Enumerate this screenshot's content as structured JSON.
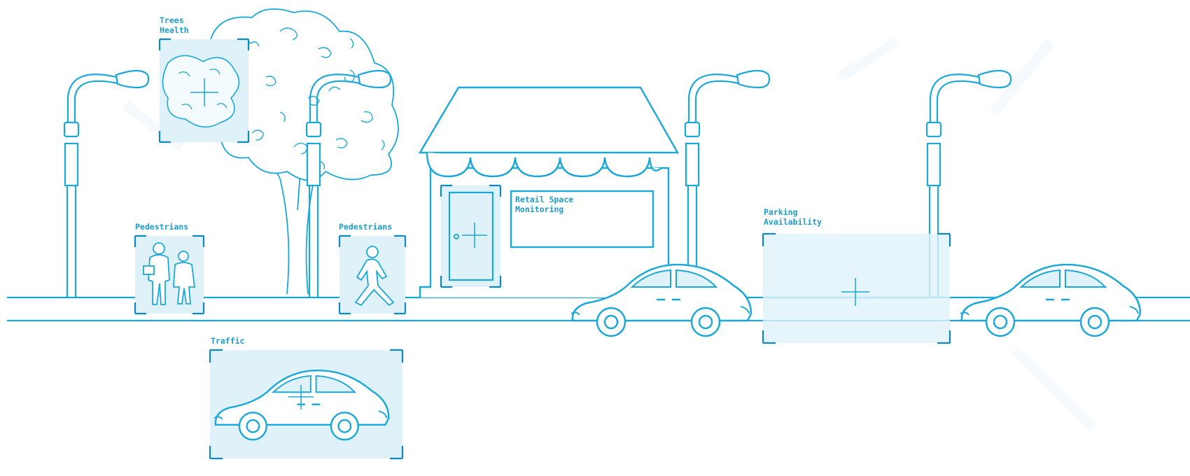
{
  "colors": {
    "line": "#1aa8d9",
    "fill": "#dff2fa",
    "frame": "#0d88c0",
    "label": "#1c9ccc"
  },
  "labels": {
    "trees_health_line1": "Trees",
    "trees_health_line2": "Health",
    "pedestrians_left": "Pedestrians",
    "pedestrians_right": "Pedestrians",
    "retail_line1": "Retail Space",
    "retail_line2": "Monitoring",
    "parking_line1": "Parking",
    "parking_line2": "Availability",
    "traffic": "Traffic"
  },
  "icons": [
    "street-lamp-icon",
    "tree-icon",
    "shop-icon",
    "car-icon",
    "pedestrian-icon",
    "crosshair-icon"
  ]
}
